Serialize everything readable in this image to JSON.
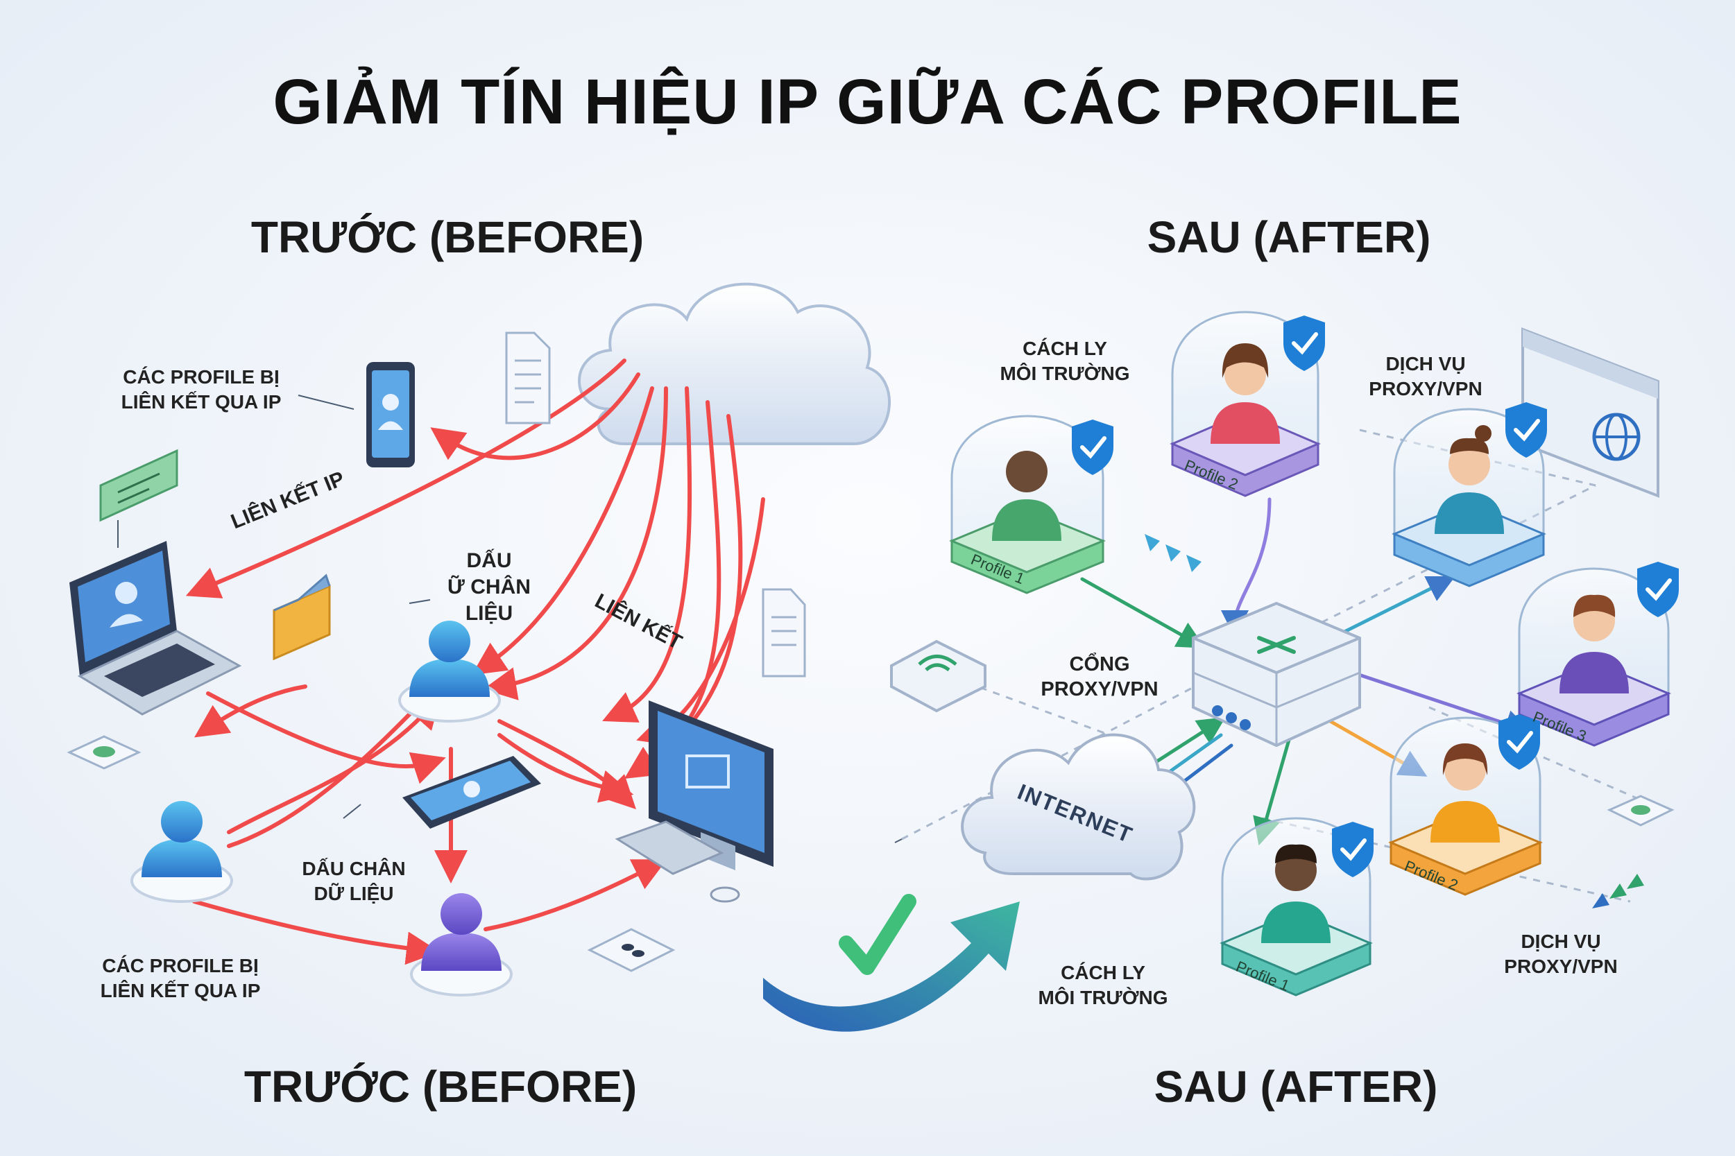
{
  "title": "GIẢM TÍN HIỆU IP GIỮA CÁC PROFILE",
  "headers": {
    "before_top": "TRƯỚC (BEFORE)",
    "after_top": "SAU (AFTER)",
    "before_bottom": "TRƯỚC (BEFORE)",
    "after_bottom": "SAU (AFTER)"
  },
  "before": {
    "linked_profiles_top": [
      "CÁC PROFILE BỊ",
      "LIÊN KẾT QUA IP"
    ],
    "ip_link": "LIÊN KẾT IP",
    "data_trace_center": [
      "DẤU",
      "Ữ CHÂN",
      "LIỆU"
    ],
    "link": "LIÊN KẾT",
    "data_trace_bottom": [
      "DẤU CHÂN",
      "DỮ LIỆU"
    ],
    "linked_profiles_bottom": [
      "CÁC PROFILE BỊ",
      "LIÊN KẾT QUA IP"
    ]
  },
  "after": {
    "isolation_top": [
      "CÁCH LY",
      "MÔI TRƯỜNG"
    ],
    "proxy_service_top": [
      "DỊCH VỤ",
      "PROXY/VPN"
    ],
    "gateway": [
      "CỔNG",
      "PROXY/VPN"
    ],
    "internet": "INTERNET",
    "isolation_bottom": [
      "CÁCH LY",
      "MÔI TRƯỜNG"
    ],
    "proxy_service_bottom": [
      "DỊCH VỤ",
      "PROXY/VPN"
    ],
    "pods": [
      {
        "tag": "Profile 1"
      },
      {
        "tag": "Profile 2"
      },
      {
        "tag": ""
      },
      {
        "tag": "Profile 3"
      },
      {
        "tag": "Profile 2"
      },
      {
        "tag": "Profile 1"
      }
    ]
  },
  "colors": {
    "link_red": "#f04a4a",
    "cloud": "#dfe9f6",
    "check_blue": "#1f7fd6",
    "pod_green": "#7cd39a",
    "pod_purple": "#a996e0",
    "pod_blue": "#7ab8ea",
    "pod_violet": "#9a8ce0",
    "pod_orange": "#f3a43c",
    "pod_teal": "#58c2b4",
    "arrow_green": "#2fa36b",
    "arrow_blue": "#2b6fc2"
  }
}
